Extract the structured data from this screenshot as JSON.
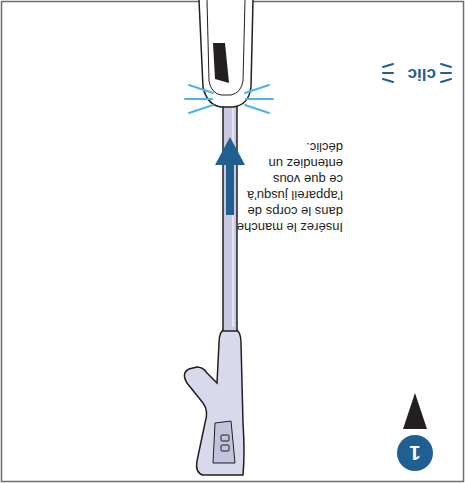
{
  "diagram": {
    "nodes": [
      {
        "text": [
          "1"
        ]
      }
    ],
    "labels": [
      "Insérez le manche dans le corps de l'appareil jusqu'à ce que vous entendiez un déclic.",
      "clic"
    ]
  }
}
